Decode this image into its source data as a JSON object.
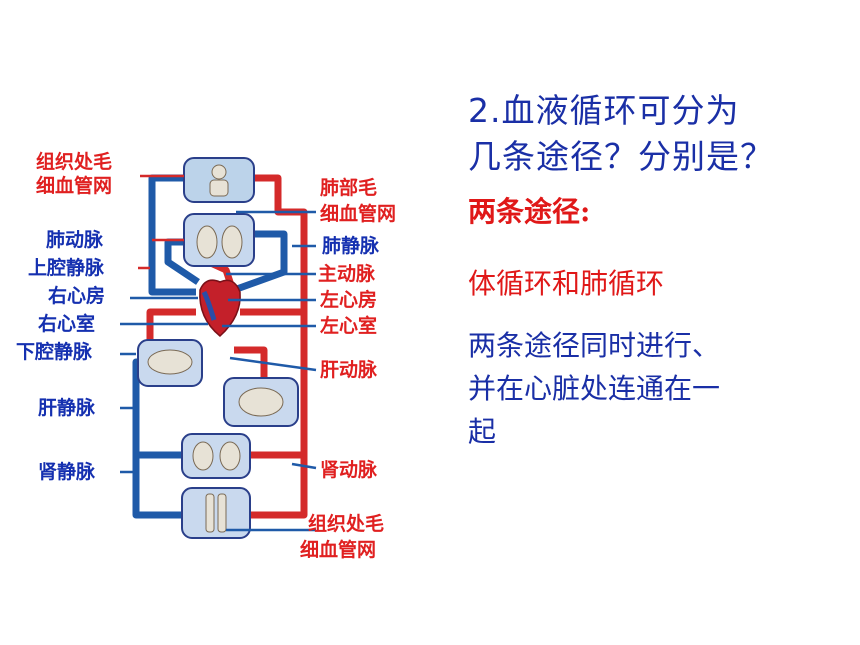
{
  "question": {
    "line1": "2.血液循环可分为",
    "line2": "几条途径？分别是？"
  },
  "answer": {
    "count": "两条途径:",
    "names": "体循环和肺循环",
    "note_line1": "两条途径同时进行、",
    "note_line2": "并在心脏处连通在一",
    "note_line3": "起"
  },
  "labels": {
    "capillary_top_l1": "组织处毛",
    "capillary_top_l2": "细血管网",
    "lung_cap_l1": "肺部毛",
    "lung_cap_l2": "细血管网",
    "pulmonary_artery": "肺动脉",
    "pulmonary_vein": "肺静脉",
    "superior_vena_cava": "上腔静脉",
    "aorta": "主动脉",
    "right_atrium": "右心房",
    "left_atrium": "左心房",
    "right_ventricle": "右心室",
    "left_ventricle": "左心室",
    "inferior_vena_cava": "下腔静脉",
    "hepatic_artery": "肝动脉",
    "hepatic_vein": "肝静脉",
    "renal_vein": "肾静脉",
    "renal_artery": "肾动脉",
    "capillary_bottom_l1": "组织处毛",
    "capillary_bottom_l2": "细血管网"
  },
  "colors": {
    "artery": "#d42a2a",
    "vein": "#1f5aa8",
    "blue_text": "#1a2fa6",
    "red_text": "#e01818"
  }
}
